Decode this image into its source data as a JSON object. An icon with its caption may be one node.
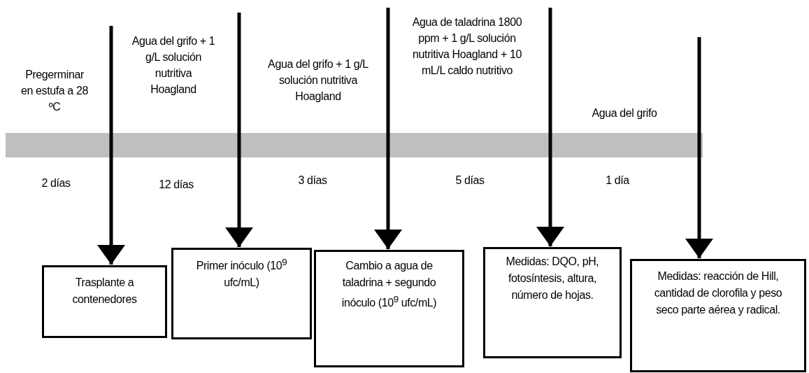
{
  "diagram": {
    "nodes": [
      {
        "text": [],
        "shape": "bar"
      },
      {
        "text": [
          "Trasplante a contenedores"
        ]
      },
      {
        "text": [
          "Primer inóculo (10$^{9}$ ufc/mL)"
        ]
      },
      {
        "text": [
          "Cambio a agua de taladrina + segundo inóculo (10$^{9}$ ufc/mL)"
        ]
      },
      {
        "text": [
          "Medidas: DQO, pH, fotosíntesis, altura, número de hojas."
        ]
      },
      {
        "text": [
          "Medidas: reacción de Hill, cantidad de clorofila y peso seco parte aérea y radical."
        ]
      }
    ],
    "edges": [
      {
        "from": null,
        "to": 1,
        "arrow": "to"
      },
      {
        "from": null,
        "to": 2,
        "arrow": "to"
      },
      {
        "from": null,
        "to": 3,
        "arrow": "to"
      },
      {
        "from": null,
        "to": 4,
        "arrow": "to"
      },
      {
        "from": null,
        "to": 5,
        "arrow": "to"
      }
    ],
    "labels": [
      "Pregerminar en estufa a 28 ºC",
      "Agua del grifo + 1 g/L solución nutritiva Hoagland",
      "Agua del grifo + 1 g/L solución nutritiva Hoagland",
      "Agua de taladrina 1800 ppm + 1 g/L solución nutritiva Hoagland + 10 mL/L caldo nutritivo",
      "Agua del grifo",
      "2 días",
      "12 días",
      "3 días",
      "5 días",
      "1 día"
    ]
  }
}
